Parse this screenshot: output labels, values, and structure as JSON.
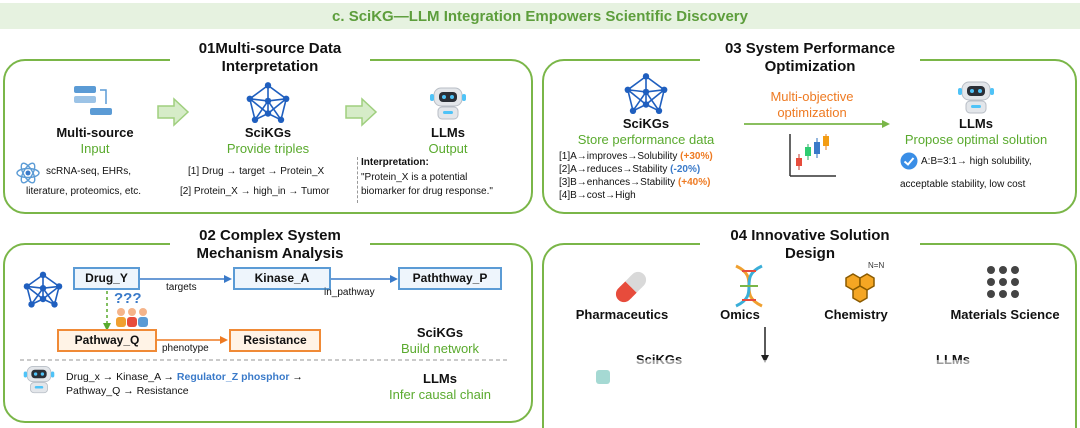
{
  "header": {
    "title": "c. SciKG—LLM Integration Empowers Scientific Discovery"
  },
  "panel1": {
    "title_line1": "01Multi-source Data",
    "title_line2": "Interpretation",
    "multi_source": {
      "title": "Multi-source",
      "subtitle": "Input",
      "desc_line1": "scRNA-seq, EHRs,",
      "desc_line2": "literature, proteomics, etc."
    },
    "scikgs": {
      "title": "SciKGs",
      "subtitle": "Provide triples",
      "triple1": "[1] Drug → target → Protein_X",
      "triple2": "[2] Protein_X → high_in → Tumor"
    },
    "llms": {
      "title": "LLMs",
      "subtitle": "Output",
      "interp_label": "Interpretation:",
      "interp_line1": "\"Protein_X is a potential",
      "interp_line2": "biomarker for drug response.\""
    }
  },
  "panel2": {
    "title_line1": "02 Complex System",
    "title_line2": "Mechanism Analysis",
    "nodes": {
      "drug": "Drug_Y",
      "kinase": "Kinase_A",
      "pathway_p": "Paththway_P",
      "pathway_q": "Pathway_Q",
      "resistance": "Resistance"
    },
    "edges": {
      "targets": "targets",
      "in_pathway": "in_pathway",
      "phenotype": "phenotype"
    },
    "question": "???",
    "scikgs": {
      "title": "SciKGs",
      "subtitle": "Build network"
    },
    "llms": {
      "title": "LLMs",
      "subtitle": "Infer causal chain"
    },
    "chain": {
      "part1": "Drug_x → Kinase_A → ",
      "highlight": "Regulator_Z phosphor",
      "part2": " →",
      "line2": "Pathway_Q → Resistance"
    }
  },
  "panel3": {
    "title_line1": "03 System Performance",
    "title_line2": "Optimization",
    "scikgs": {
      "title": "SciKGs",
      "subtitle": "Store performance data"
    },
    "data": [
      {
        "text": "[1]A→improves→Solubility ",
        "delta": "(+30%)",
        "color": "#ee7a22"
      },
      {
        "text": "[2]A→reduces→Stability ",
        "delta": "(-20%)",
        "color": "#3a7ac9"
      },
      {
        "text": "[3]B→enhances→Stability ",
        "delta": "(+40%)",
        "color": "#ee7a22"
      },
      {
        "text": "[4]B→cost→High",
        "delta": "",
        "color": "#111111"
      }
    ],
    "multi_obj": {
      "line1": "Multi-objective",
      "line2": "optimization"
    },
    "llms": {
      "title": "LLMs",
      "subtitle": "Propose optimal solution",
      "line1": "A:B=3:1→ high solubility,",
      "line2": "acceptable stability, low cost"
    }
  },
  "panel4": {
    "title_line1": "04 Innovative Solution",
    "title_line2": "Design",
    "fields": [
      "Pharmaceutics",
      "Omics",
      "Chemistry",
      "Materials Science"
    ],
    "bottom_left": "SciKGs",
    "bottom_right": "LLMs"
  },
  "colors": {
    "green": "#7ab648",
    "orange": "#ee7a22",
    "blue": "#3a7ac9"
  }
}
